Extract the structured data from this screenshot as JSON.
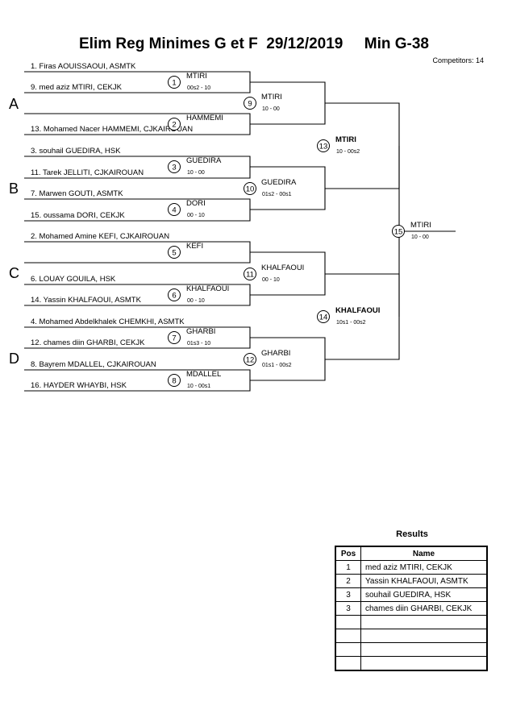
{
  "header": {
    "title": "Elim Reg Minimes G et F  29/12/2019     Min G-38",
    "competitors": "Competitors: 14"
  },
  "pools": [
    "A",
    "B",
    "C",
    "D"
  ],
  "entries": [
    "1. Firas AOUISSAOUI, ASMTK",
    "9. med aziz MTIRI, CEKJK",
    "13. Mohamed Nacer HAMMEMI, CJKAIROUAN",
    "3. souhail GUEDIRA, HSK",
    "11. Tarek JELLITI, CJKAIROUAN",
    "7. Marwen GOUTI, ASMTK",
    "15. oussama DORI, CEKJK",
    "2. Mohamed Amine KEFI, CJKAIROUAN",
    "6. LOUAY GOUILA, HSK",
    "14. Yassin KHALFAOUI, ASMTK",
    "4. Mohamed Abdelkhalek CHEMKHI, ASMTK",
    "12. chames diin GHARBI, CEKJK",
    "8. Bayrem MDALLEL, CJKAIROUAN",
    "16. HAYDER WHAYBI, HSK"
  ],
  "matches": [
    {
      "num": "1",
      "winner": "MTIRI",
      "score": "00s2 - 10"
    },
    {
      "num": "2",
      "winner": "HAMMEMI",
      "score": ""
    },
    {
      "num": "3",
      "winner": "GUEDIRA",
      "score": "10 - 00"
    },
    {
      "num": "4",
      "winner": "DORI",
      "score": "00 - 10"
    },
    {
      "num": "5",
      "winner": "KEFI",
      "score": ""
    },
    {
      "num": "6",
      "winner": "KHALFAOUI",
      "score": "00 - 10"
    },
    {
      "num": "7",
      "winner": "GHARBI",
      "score": "01s3 - 10"
    },
    {
      "num": "8",
      "winner": "MDALLEL",
      "score": "10 - 00s1"
    },
    {
      "num": "9",
      "winner": "MTIRI",
      "score": "10 - 00"
    },
    {
      "num": "10",
      "winner": "GUEDIRA",
      "score": "01s2 - 00s1"
    },
    {
      "num": "11",
      "winner": "KHALFAOUI",
      "score": "00 - 10"
    },
    {
      "num": "12",
      "winner": "GHARBI",
      "score": "01s1 - 00s2"
    },
    {
      "num": "13",
      "winner": "MTIRI",
      "score": "10 - 00s2"
    },
    {
      "num": "14",
      "winner": "KHALFAOUI",
      "score": "10s1 - 00s2"
    },
    {
      "num": "15",
      "winner": "MTIRI",
      "score": "10 - 00"
    }
  ],
  "results": {
    "title": "Results",
    "headers": [
      "Pos",
      "Name"
    ],
    "rows": [
      {
        "pos": "1",
        "name": "med aziz MTIRI, CEKJK"
      },
      {
        "pos": "2",
        "name": "Yassin KHALFAOUI, ASMTK"
      },
      {
        "pos": "3",
        "name": "souhail GUEDIRA, HSK"
      },
      {
        "pos": "3",
        "name": "chames diin GHARBI, CEKJK"
      },
      {
        "pos": "",
        "name": ""
      },
      {
        "pos": "",
        "name": ""
      },
      {
        "pos": "",
        "name": ""
      },
      {
        "pos": "",
        "name": ""
      }
    ]
  }
}
